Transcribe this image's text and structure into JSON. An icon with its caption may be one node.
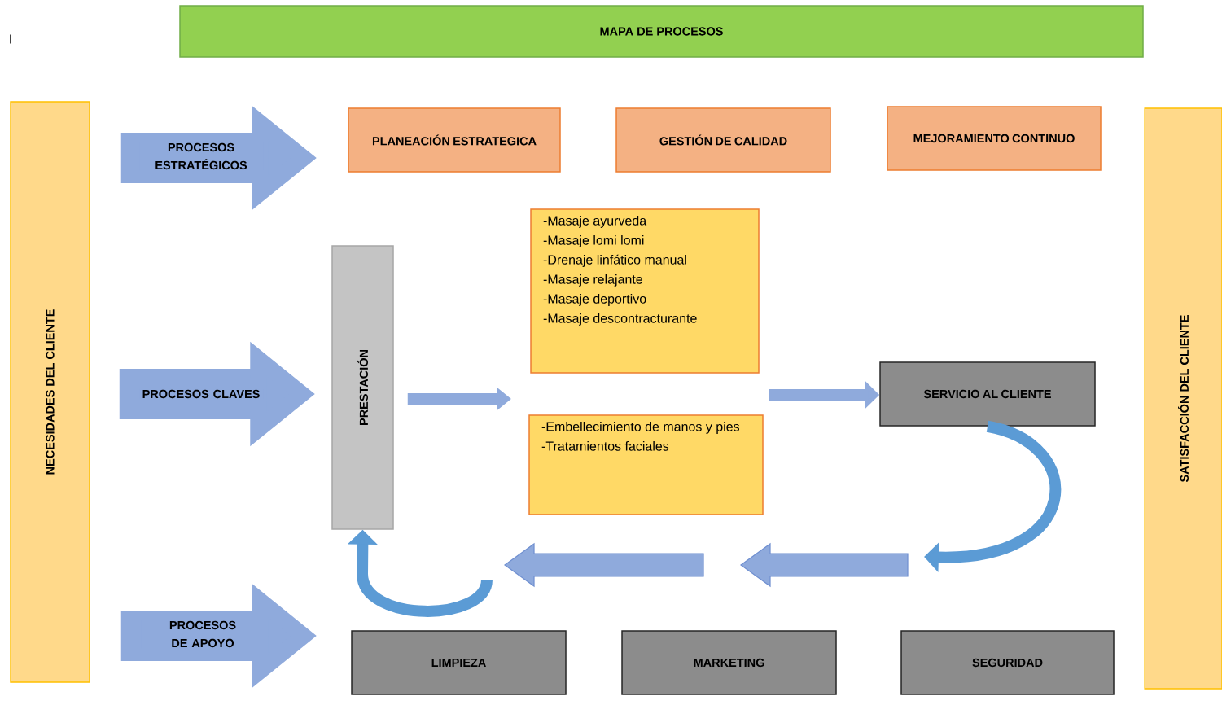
{
  "diagram": {
    "title": "MAPA DE PROCESOS",
    "nodes": [
      {
        "text": [
          "NECESIDADES DEL CLIENTE"
        ]
      },
      {
        "text": [
          "PLANEACIÓN ESTRATEGICA"
        ]
      },
      {
        "text": [
          "GESTIÓN DE CALIDAD"
        ]
      },
      {
        "text": [
          "MEJORAMIENTO CONTINUO"
        ]
      },
      {
        "text": [
          "PRESTACIÓN"
        ]
      },
      {
        "text": [
          "-Masaje ayurveda",
          "-Masaje lomi lomi",
          "-Drenaje linfático manual",
          "-Masaje relajante",
          "-Masaje deportivo",
          "-Masaje descontracturante"
        ]
      },
      {
        "text": [
          "-Embellecimiento de manos y pies",
          "-Tratamientos faciales"
        ]
      },
      {
        "text": [
          "SERVICIO AL CLIENTE"
        ]
      },
      {
        "text": [
          "LIMPIEZA"
        ]
      },
      {
        "text": [
          "MARKETING"
        ]
      },
      {
        "text": [
          "SEGURIDAD"
        ]
      },
      {
        "text": [
          "SATISFACCIÓN DEL CLIENTE"
        ]
      }
    ],
    "edges": [
      {
        "from": 0,
        "to": 1,
        "arrow": "to",
        "label": "PROCESOS ESTRATÉGICOS",
        "style": "thick"
      },
      {
        "from": 0,
        "to": 4,
        "arrow": "to",
        "label": "PROCESOS CLAVES",
        "style": "thick"
      },
      {
        "from": 0,
        "to": 8,
        "arrow": "to",
        "label": "PROCESOS DE APOYO",
        "style": "thick"
      },
      {
        "from": 4,
        "to": null,
        "arrow": "to"
      },
      {
        "from": null,
        "to": 7,
        "arrow": "to"
      },
      {
        "from": 7,
        "to": null,
        "arrow": "to",
        "color": "#5b9bd5"
      },
      {
        "from": null,
        "to": 4,
        "arrow": "to",
        "color": "#5b9bd5"
      }
    ],
    "labels": [
      "I"
    ]
  }
}
